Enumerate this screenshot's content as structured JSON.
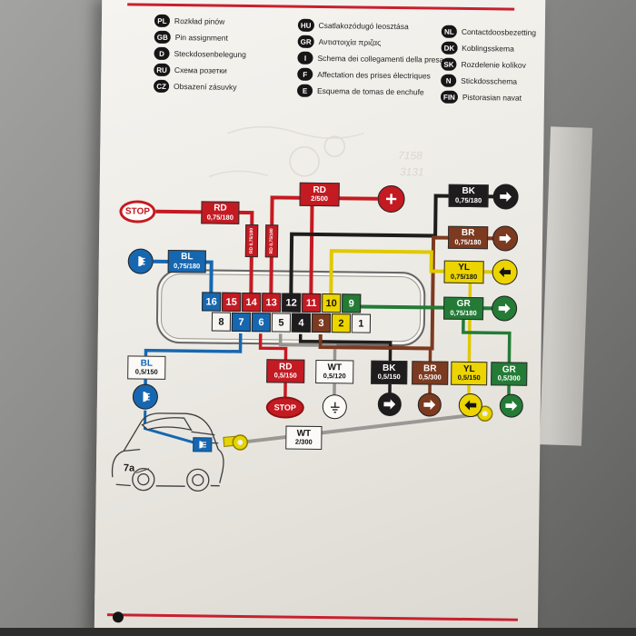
{
  "legend": {
    "col1": [
      {
        "code": "PL",
        "text": "Rozkład pinów"
      },
      {
        "code": "GB",
        "text": "Pin assignment"
      },
      {
        "code": "D",
        "text": "Steckdosenbelegung"
      },
      {
        "code": "RU",
        "text": "Схема розетки"
      },
      {
        "code": "CZ",
        "text": "Obsazení zásuvky"
      }
    ],
    "col2": [
      {
        "code": "HU",
        "text": "Csatlakozódugó leosztása"
      },
      {
        "code": "GR",
        "text": "Αντιστοιχία πριζας"
      },
      {
        "code": "I",
        "text": "Schema dei collegamenti della presa"
      },
      {
        "code": "F",
        "text": "Affectation des prises électriques"
      },
      {
        "code": "E",
        "text": "Esquema de tomas de enchufe"
      }
    ],
    "col3": [
      {
        "code": "NL",
        "text": "Contactdoosbezetting"
      },
      {
        "code": "DK",
        "text": "Koblingsskema"
      },
      {
        "code": "SK",
        "text": "Rozdelenie kolíkov"
      },
      {
        "code": "N",
        "text": "Stickdosschema"
      },
      {
        "code": "FIN",
        "text": "Pistorasian navat"
      }
    ]
  },
  "connector": {
    "pins_top": [
      "16",
      "15",
      "14",
      "13",
      "12",
      "11",
      "10",
      "9"
    ],
    "pins_bottom": [
      "8",
      "7",
      "6",
      "5",
      "4",
      "3",
      "2",
      "1"
    ]
  },
  "boxes": {
    "stop_top": "STOP",
    "stop_bottom": "STOP",
    "rd_stop": {
      "code": "RD",
      "size": "0,75/180"
    },
    "rd_plus": {
      "code": "RD",
      "size": "2/500"
    },
    "rd_small_1": "RD 0,75/180",
    "rd_small_2": "RD 0,75/180",
    "bk_top": {
      "code": "BK",
      "size": "0,75/180"
    },
    "br_top": {
      "code": "BR",
      "size": "0,75/180"
    },
    "yl_top": {
      "code": "YL",
      "size": "0,75/180"
    },
    "gr_top": {
      "code": "GR",
      "size": "0,75/180"
    },
    "bl_top": {
      "code": "BL",
      "size": "0,75/180"
    },
    "bl_bottom": {
      "code": "BL",
      "size": "0,5/150"
    },
    "rd_bottom": {
      "code": "RD",
      "size": "0,5/150"
    },
    "wt_bottom": {
      "code": "WT",
      "size": "0,5/120"
    },
    "bk_bottom": {
      "code": "BK",
      "size": "0,5/150"
    },
    "br_bottom": {
      "code": "BR",
      "size": "0,5/300"
    },
    "yl_bottom": {
      "code": "YL",
      "size": "0,5/150"
    },
    "gr_bottom": {
      "code": "GR",
      "size": "0,5/300"
    },
    "wt_ground": {
      "code": "WT",
      "size": "2/300"
    },
    "car_ref": "7a"
  },
  "ghost": [
    "7158",
    "3131"
  ],
  "colors": {
    "red": "#c41a22",
    "black": "#1e1c1c",
    "brown": "#7c3a20",
    "yellow": "#ecd400",
    "green": "#237b36",
    "blue": "#1667b0",
    "white": "#fbfaf7",
    "page_red_line": "#c8202f"
  }
}
